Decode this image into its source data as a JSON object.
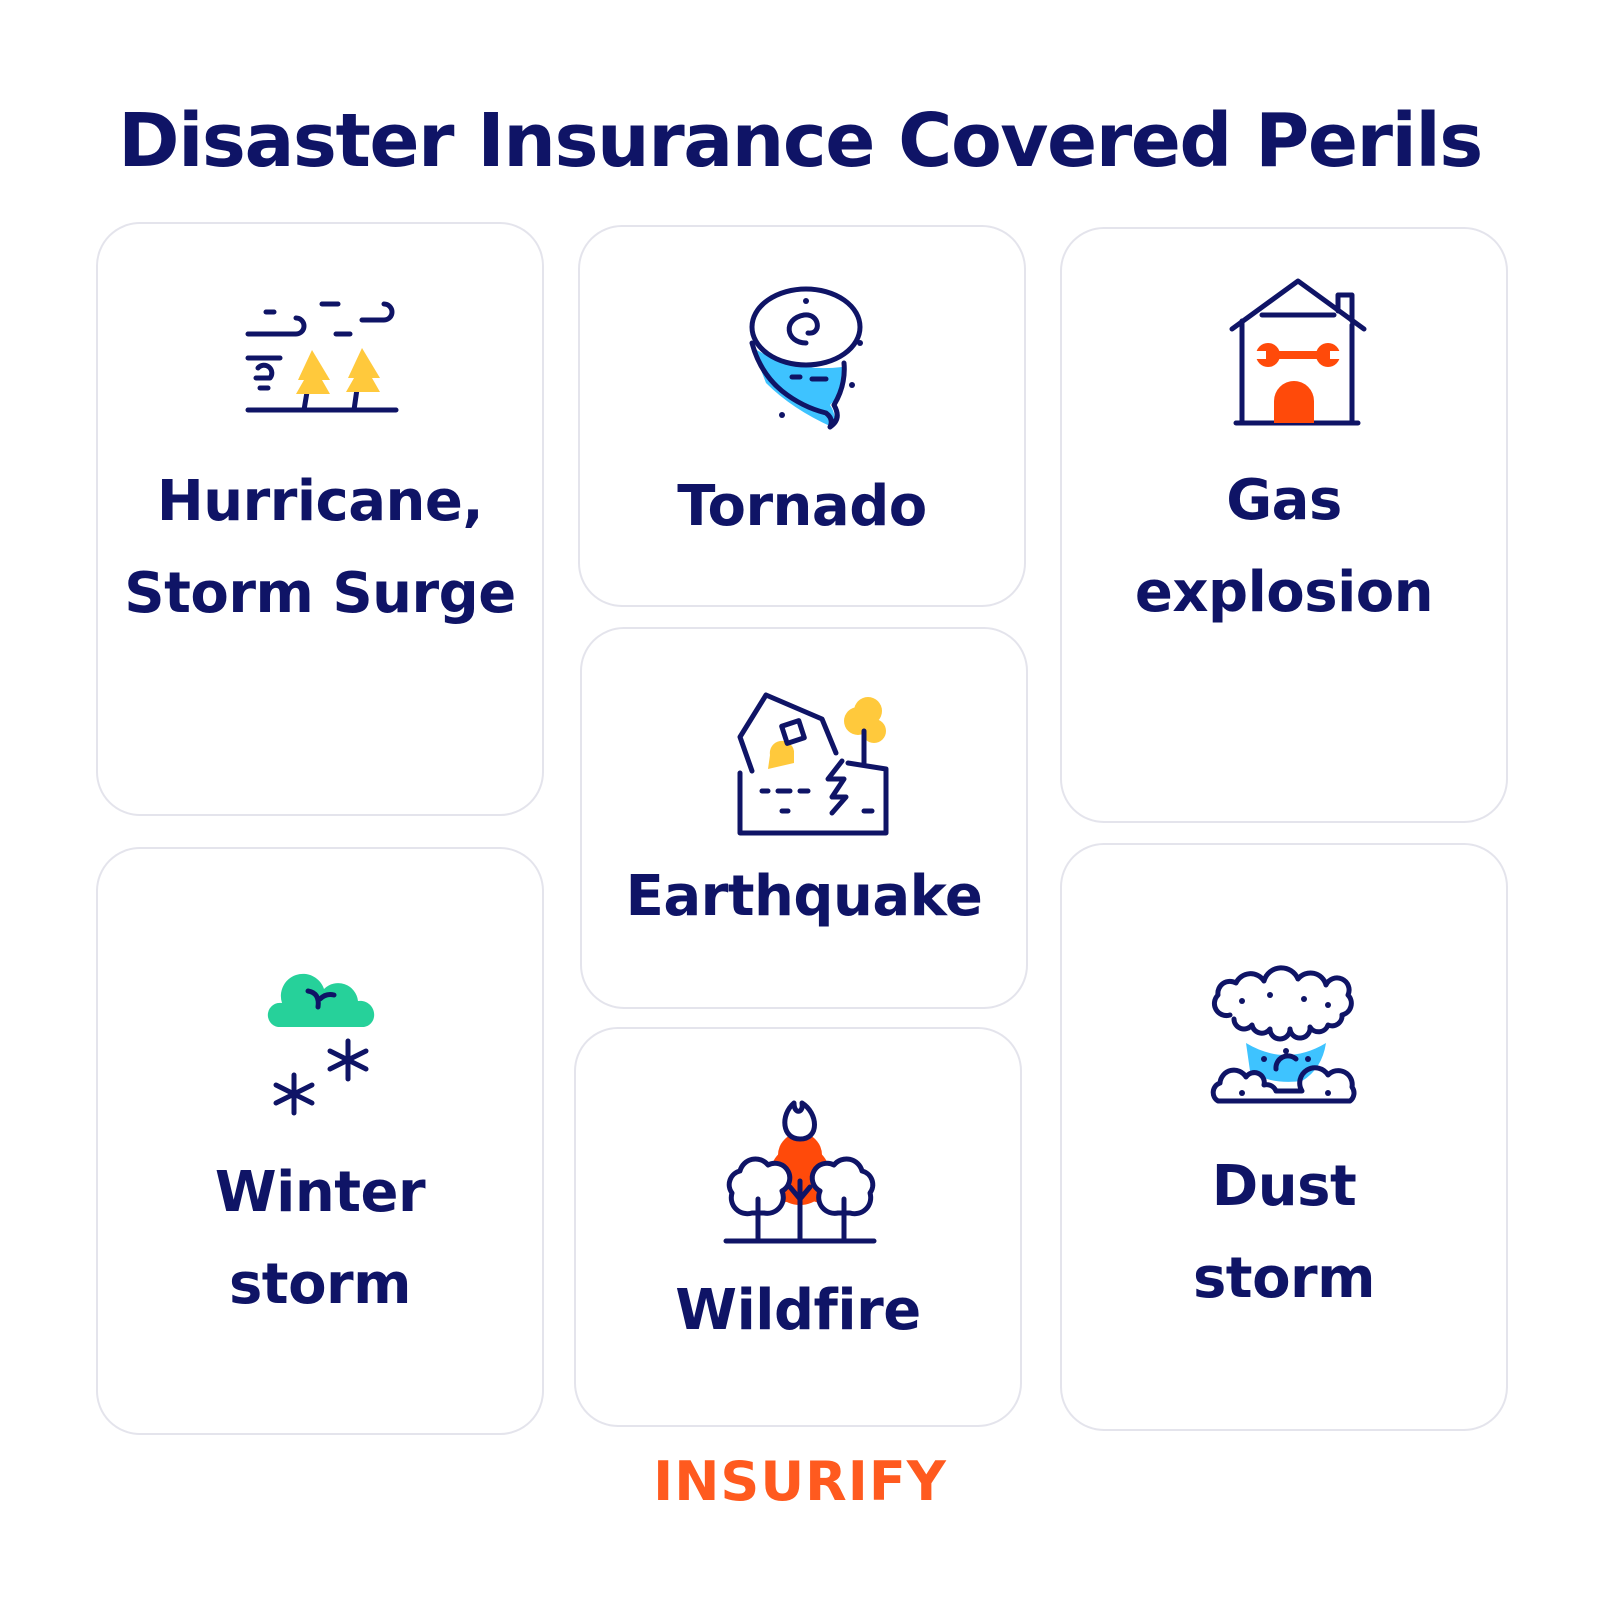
{
  "title": "Disaster Insurance Covered Perils",
  "colors": {
    "navy": "#0f1466",
    "yellow": "#ffc93c",
    "blue": "#3ec3ff",
    "orange_red": "#ff4a0a",
    "teal": "#26d19a",
    "brand_orange": "#ff5a1f"
  },
  "perils": [
    {
      "icon": "wind-trees-icon",
      "lines": [
        "Hurricane,",
        "Storm Surge"
      ]
    },
    {
      "icon": "tornado-icon",
      "lines": [
        "Tornado"
      ]
    },
    {
      "icon": "house-gas-icon",
      "lines": [
        "Gas",
        "explosion"
      ]
    },
    {
      "icon": "earthquake-house-icon",
      "lines": [
        "Earthquake"
      ]
    },
    {
      "icon": "snow-cloud-icon",
      "lines": [
        "Winter",
        "storm"
      ]
    },
    {
      "icon": "burning-trees-icon",
      "lines": [
        "Wildfire"
      ]
    },
    {
      "icon": "dust-cloud-icon",
      "lines": [
        "Dust",
        "storm"
      ]
    }
  ],
  "brand": "INSURIFY"
}
